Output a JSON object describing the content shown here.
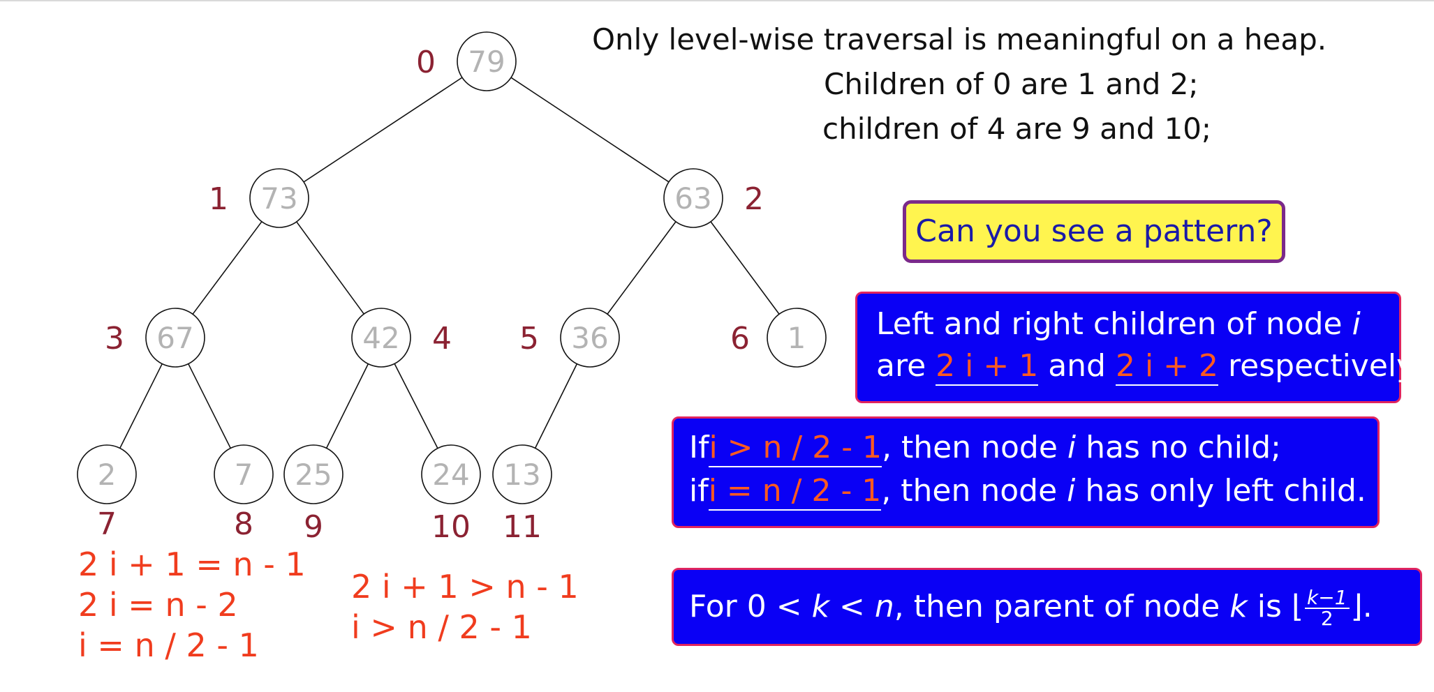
{
  "heading": {
    "line1": "Only level-wise traversal is meaningful on a heap.",
    "line2": "Children of 0 are 1 and 2;",
    "line3": "children of 4 are 9 and 10;"
  },
  "tree": {
    "nodes": [
      {
        "index": "0",
        "value": "79"
      },
      {
        "index": "1",
        "value": "73"
      },
      {
        "index": "2",
        "value": "63"
      },
      {
        "index": "3",
        "value": "67"
      },
      {
        "index": "4",
        "value": "42"
      },
      {
        "index": "5",
        "value": "36"
      },
      {
        "index": "6",
        "value": "1"
      },
      {
        "index": "7",
        "value": "2"
      },
      {
        "index": "8",
        "value": "7"
      },
      {
        "index": "9",
        "value": "25"
      },
      {
        "index": "10",
        "value": "24"
      },
      {
        "index": "11",
        "value": "13"
      }
    ],
    "edges": [
      [
        0,
        1
      ],
      [
        0,
        2
      ],
      [
        1,
        3
      ],
      [
        1,
        4
      ],
      [
        2,
        5
      ],
      [
        2,
        6
      ],
      [
        3,
        7
      ],
      [
        3,
        8
      ],
      [
        4,
        9
      ],
      [
        4,
        10
      ],
      [
        5,
        11
      ]
    ]
  },
  "derivation_left": [
    "2 i + 1 = n - 1",
    "2 i = n - 2",
    "i = n / 2 - 1"
  ],
  "derivation_right": [
    "2 i + 1 > n - 1",
    "i > n / 2 - 1"
  ],
  "pattern_question": "Can you see a pattern?",
  "children_box": {
    "line1_text": "Left and right children of node ",
    "line1_var": "i",
    "line2_pre": "are ",
    "left_formula": "2 i + 1",
    "mid": "and",
    "right_formula": "2 i + 2",
    "line2_post": " respectively."
  },
  "leaf_box": {
    "l1_pre": "If",
    "l1_formula": "i > n / 2 - 1",
    "l1_mid": ", then node ",
    "l1_var": "i",
    "l1_post": " has no child;",
    "l2_pre": "if",
    "l2_formula": "i = n / 2 - 1",
    "l2_mid": ", then node ",
    "l2_var": "i",
    "l2_post": " has only left child."
  },
  "parent_box": {
    "pre": "For 0 < ",
    "k1": "k",
    "mid1": " < ",
    "n": "n",
    "mid2": ", then parent of node ",
    "k2": "k",
    "mid3": " is ",
    "floor_open": "⌊",
    "frac_num": "k−1",
    "frac_den": "2",
    "floor_close": "⌋",
    "end": "."
  },
  "colors": {
    "index_label": "#8b2232",
    "node_value": "#b3b3b3",
    "formula_red": "#f03c1e",
    "box_blue": "#0a00f5",
    "box_yellow": "#fff44f"
  }
}
